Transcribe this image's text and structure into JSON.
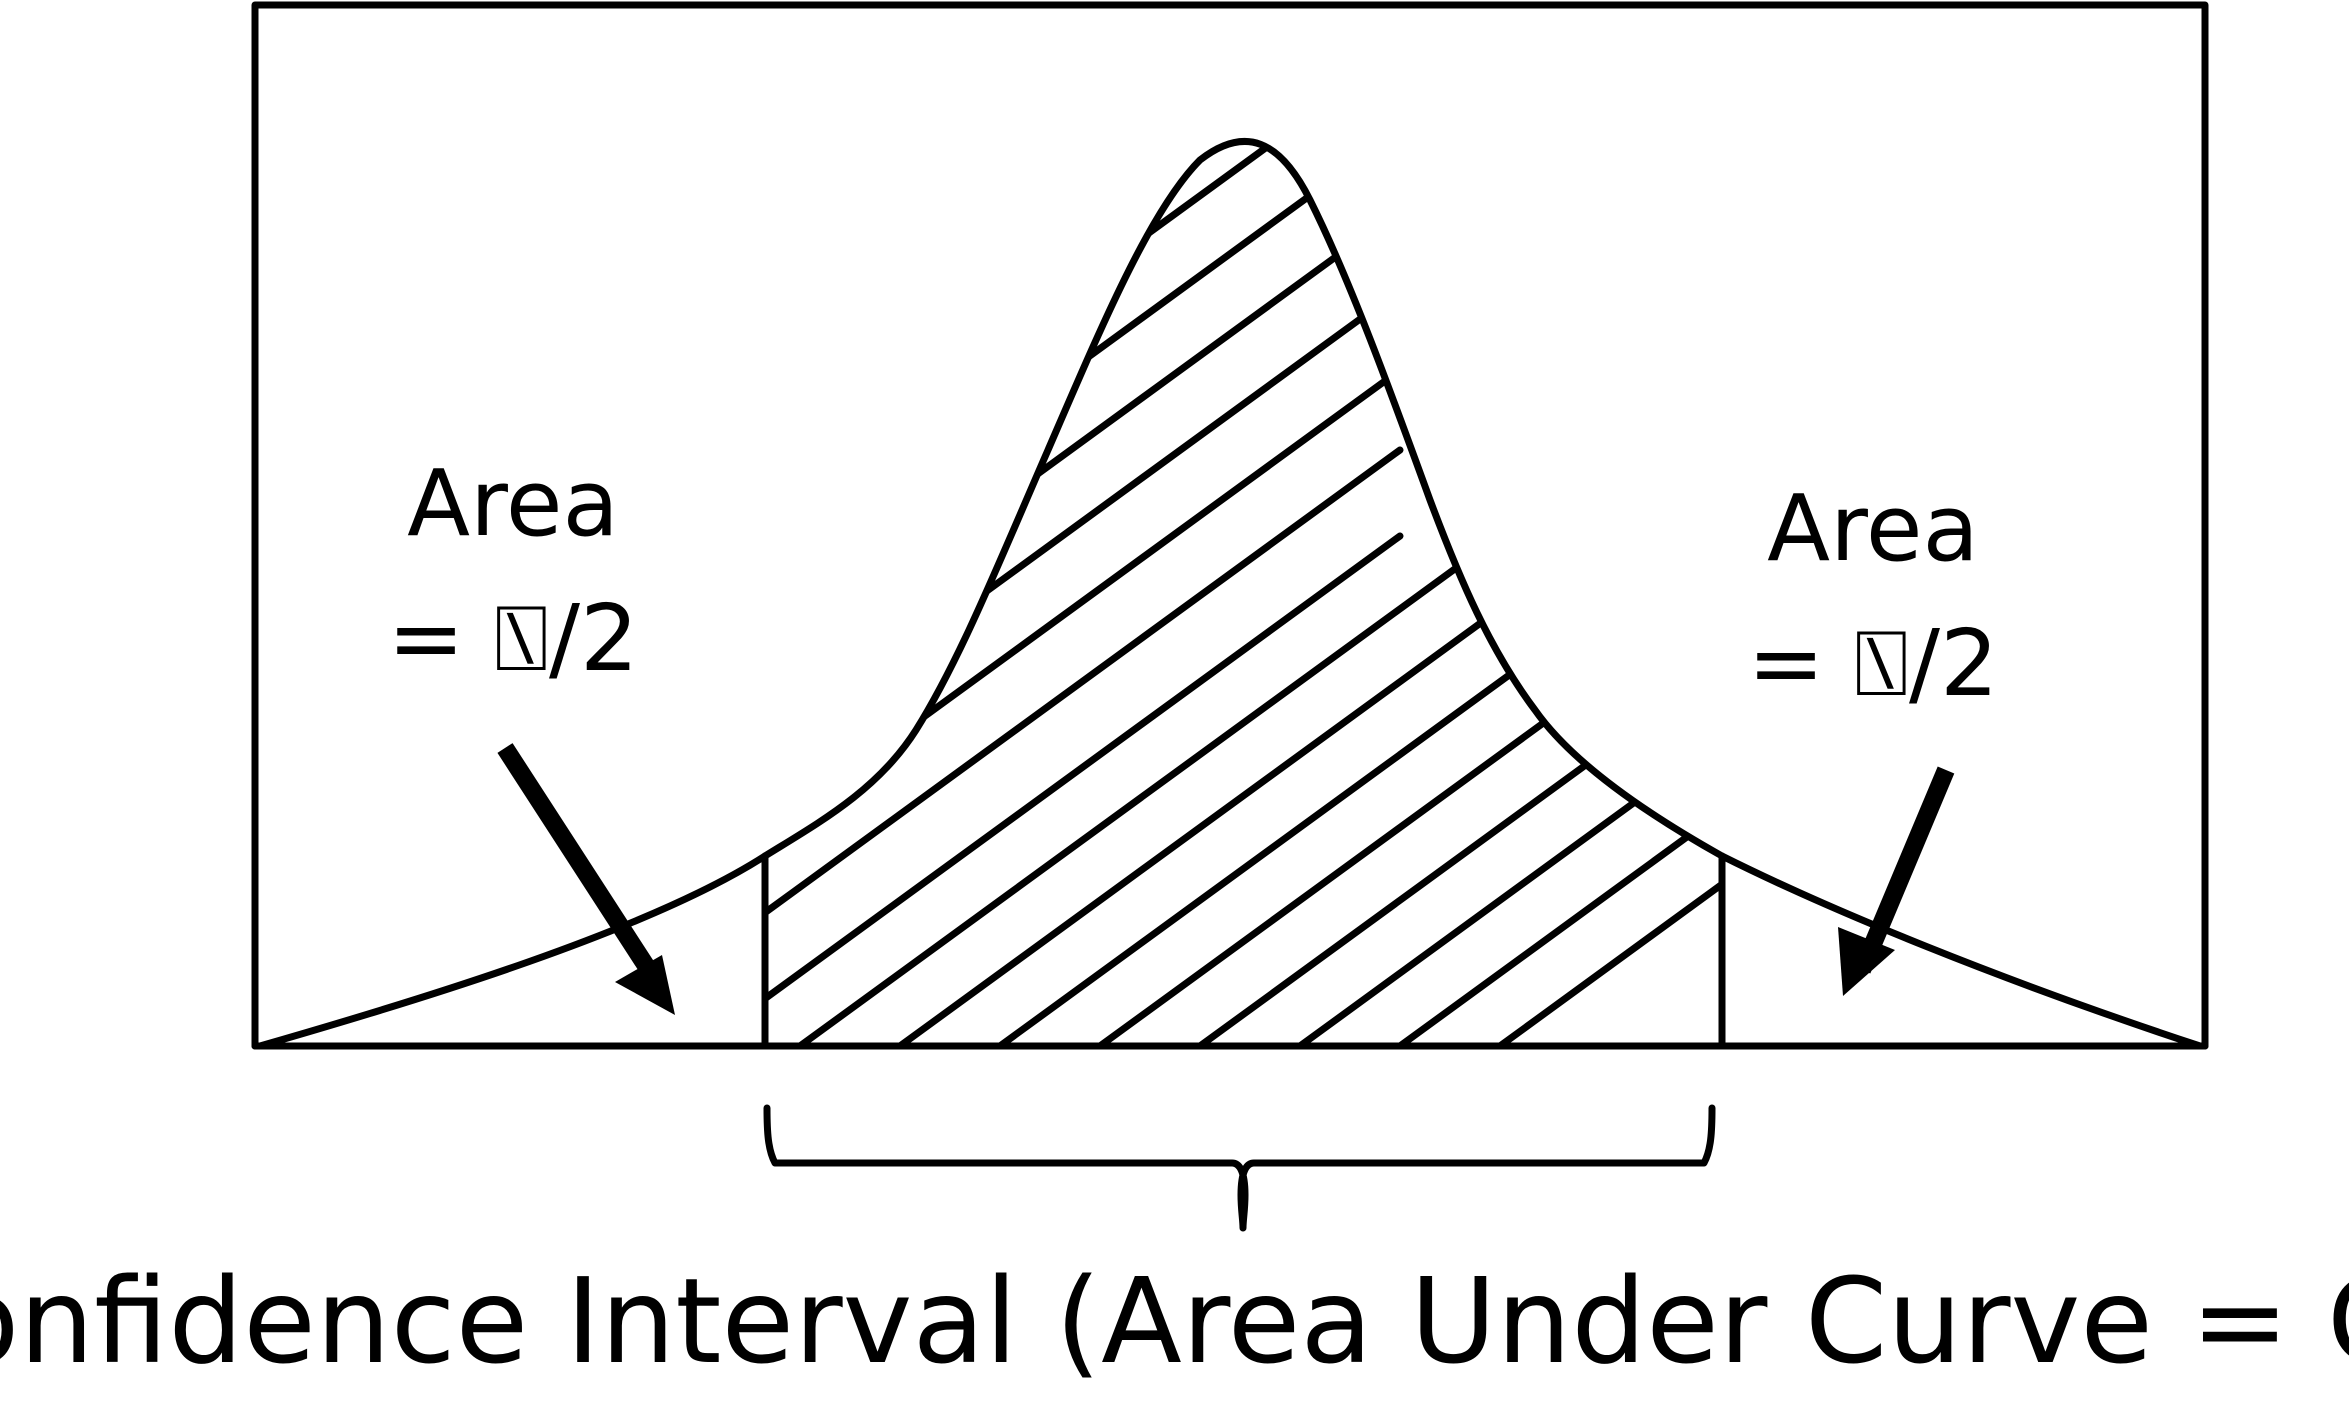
{
  "left_tail": {
    "label_line1": "Area",
    "label_line2": "= ⍂/2"
  },
  "right_tail": {
    "label_line1": "Area",
    "label_line2": "= ⍂/2"
  },
  "caption": "Confidence Interval (Area Under Curve = C)",
  "colors": {
    "ink": "#000000",
    "background": "#ffffff"
  }
}
